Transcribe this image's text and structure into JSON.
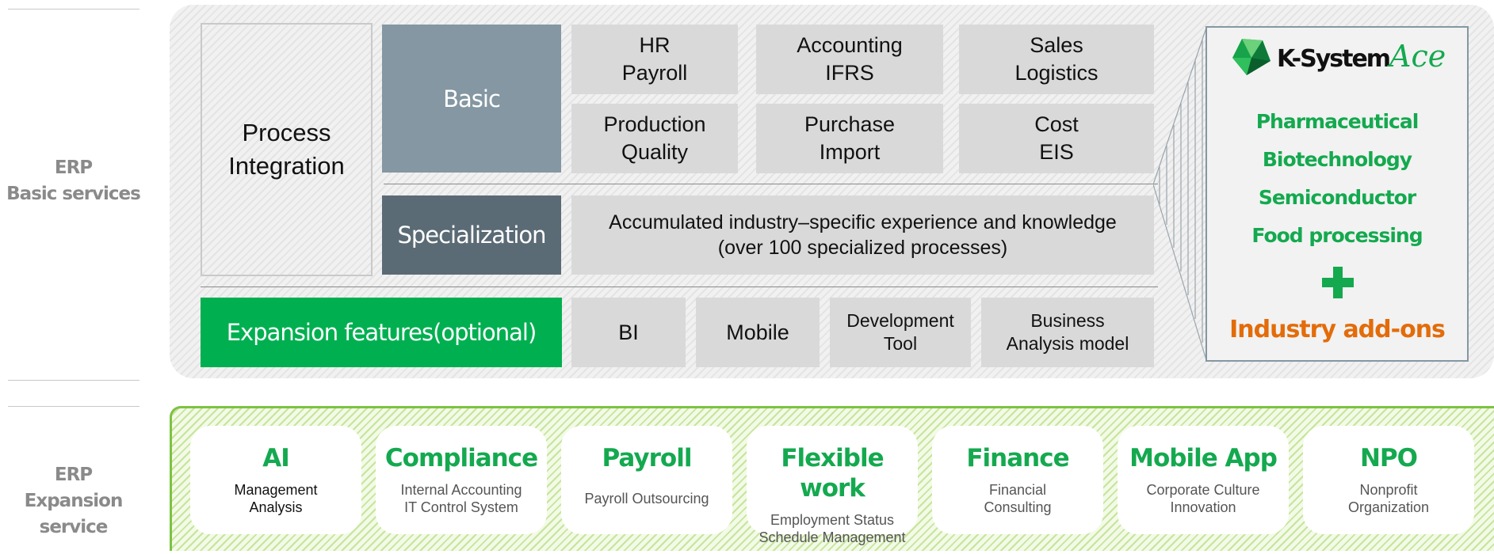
{
  "side_labels": {
    "basic": {
      "line1": "ERP",
      "line2": "Basic services"
    },
    "expansion": {
      "line1": "ERP",
      "line2": "Expansion  service"
    }
  },
  "basic_panel": {
    "process_integration": "Process\nIntegration",
    "basic_label": "Basic",
    "basic_modules": [
      "HR\nPayroll",
      "Accounting\nIFRS",
      "Sales\nLogistics",
      "Production\nQuality",
      "Purchase\nImport",
      "Cost\nEIS"
    ],
    "specialization_label": "Specialization",
    "specialization_text": "Accumulated industry–specific experience and knowledge\n(over 100 specialized processes)",
    "expansion_label": "Expansion features(optional)",
    "expansion_modules": [
      "BI",
      "Mobile",
      "Development\nTool",
      "Business\nAnalysis model"
    ]
  },
  "ksystem": {
    "logo_text": "K-System",
    "logo_script": "Ace",
    "industries": [
      "Pharmaceutical",
      "Biotechnology",
      "Semiconductor",
      "Food processing"
    ],
    "plus": "+",
    "addons": "Industry add-ons"
  },
  "services": [
    {
      "title": "AI",
      "desc": "Management\nAnalysis"
    },
    {
      "title": "Compliance",
      "desc": "Internal Accounting\nIT Control System"
    },
    {
      "title": "Payroll",
      "desc": "Payroll Outsourcing"
    },
    {
      "title": "Flexible work",
      "desc": "Employment Status\nSchedule Management"
    },
    {
      "title": "Finance",
      "desc": "Financial\nConsulting"
    },
    {
      "title": "Mobile App",
      "desc": "Corporate Culture\nInnovation"
    },
    {
      "title": "NPO",
      "desc": "Nonprofit\nOrganization"
    }
  ],
  "colors": {
    "green": "#00b050",
    "text_green": "#14a94f",
    "orange": "#e36c0a",
    "basic_gray": "#8497a2",
    "spec_gray": "#5b6b75"
  }
}
